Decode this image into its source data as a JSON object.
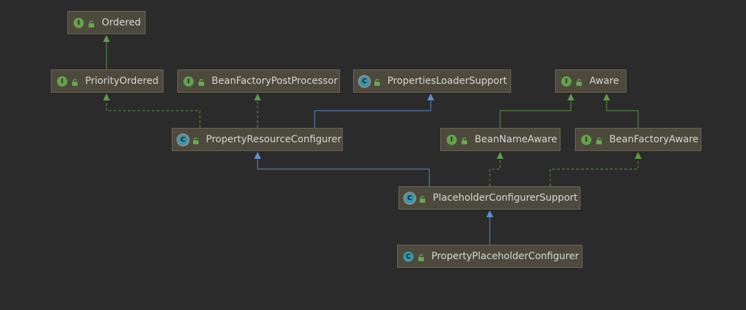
{
  "diagram": {
    "nodes": [
      {
        "id": "ordered",
        "label": "Ordered",
        "kind": "interface",
        "badge": "I"
      },
      {
        "id": "priority-ordered",
        "label": "PriorityOrdered",
        "kind": "interface",
        "badge": "I"
      },
      {
        "id": "bean-factory-post-processor",
        "label": "BeanFactoryPostProcessor",
        "kind": "interface",
        "badge": "I"
      },
      {
        "id": "properties-loader-support",
        "label": "PropertiesLoaderSupport",
        "kind": "abstract-class",
        "badge": "C"
      },
      {
        "id": "aware",
        "label": "Aware",
        "kind": "interface",
        "badge": "I"
      },
      {
        "id": "property-resource-configurer",
        "label": "PropertyResourceConfigurer",
        "kind": "abstract-class",
        "badge": "C"
      },
      {
        "id": "bean-name-aware",
        "label": "BeanNameAware",
        "kind": "interface",
        "badge": "I"
      },
      {
        "id": "bean-factory-aware",
        "label": "BeanFactoryAware",
        "kind": "interface",
        "badge": "I"
      },
      {
        "id": "placeholder-configurer-support",
        "label": "PlaceholderConfigurerSupport",
        "kind": "abstract-class",
        "badge": "C"
      },
      {
        "id": "property-placeholder-configurer",
        "label": "PropertyPlaceholderConfigurer",
        "kind": "class",
        "badge": "C"
      }
    ],
    "edges": [
      {
        "from": "priority-ordered",
        "to": "ordered",
        "type": "extends-interface"
      },
      {
        "from": "property-resource-configurer",
        "to": "priority-ordered",
        "type": "implements"
      },
      {
        "from": "property-resource-configurer",
        "to": "bean-factory-post-processor",
        "type": "implements"
      },
      {
        "from": "property-resource-configurer",
        "to": "properties-loader-support",
        "type": "extends"
      },
      {
        "from": "bean-name-aware",
        "to": "aware",
        "type": "extends-interface"
      },
      {
        "from": "bean-factory-aware",
        "to": "aware",
        "type": "extends-interface"
      },
      {
        "from": "placeholder-configurer-support",
        "to": "property-resource-configurer",
        "type": "extends"
      },
      {
        "from": "placeholder-configurer-support",
        "to": "bean-name-aware",
        "type": "implements"
      },
      {
        "from": "placeholder-configurer-support",
        "to": "bean-factory-aware",
        "type": "implements"
      },
      {
        "from": "property-placeholder-configurer",
        "to": "placeholder-configurer-support",
        "type": "extends"
      }
    ],
    "colors": {
      "background": "#2b2b2b",
      "node_fill": "#4d4a3d",
      "interface_badge": "#62a34a",
      "class_badge": "#3a95ad",
      "extends_edge": "#5b8fd6",
      "implements_edge": "#5f9a45"
    }
  }
}
